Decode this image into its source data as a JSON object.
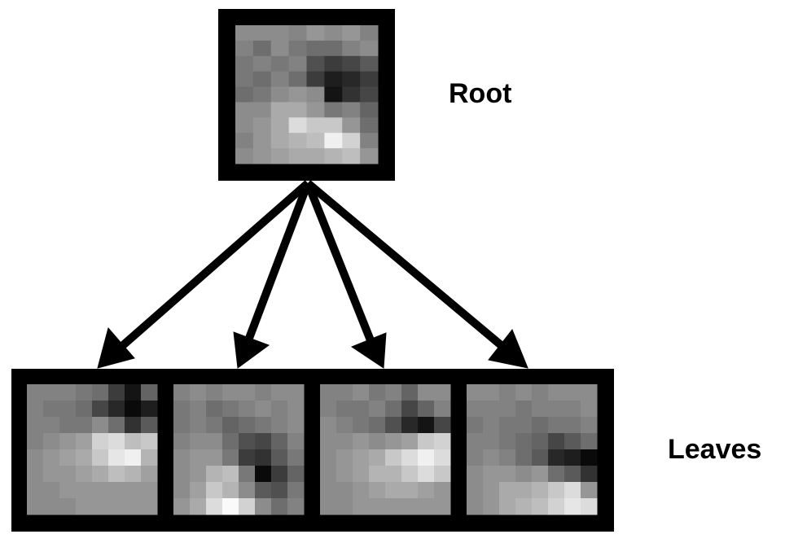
{
  "labels": {
    "root": "Root",
    "leaves": "Leaves"
  },
  "colors": {
    "frame": "#000000",
    "background": "#ffffff"
  },
  "patches": {
    "root": [
      [
        140,
        140,
        140,
        133,
        150,
        140,
        150,
        130
      ],
      [
        130,
        110,
        140,
        120,
        110,
        110,
        130,
        140
      ],
      [
        120,
        130,
        120,
        130,
        80,
        60,
        70,
        90
      ],
      [
        120,
        110,
        130,
        110,
        60,
        30,
        40,
        60
      ],
      [
        110,
        120,
        140,
        150,
        140,
        20,
        50,
        70
      ],
      [
        140,
        140,
        170,
        170,
        150,
        120,
        130,
        100
      ],
      [
        140,
        150,
        170,
        220,
        200,
        200,
        150,
        110
      ],
      [
        130,
        150,
        170,
        180,
        190,
        240,
        210,
        130
      ],
      [
        140,
        150,
        160,
        170,
        170,
        180,
        190,
        150
      ]
    ],
    "leaves": [
      [
        [
          130,
          130,
          130,
          120,
          110,
          60,
          20,
          100
        ],
        [
          130,
          120,
          120,
          110,
          70,
          40,
          10,
          30
        ],
        [
          130,
          130,
          120,
          120,
          140,
          110,
          50,
          90
        ],
        [
          130,
          140,
          150,
          160,
          210,
          220,
          190,
          200
        ],
        [
          140,
          150,
          160,
          170,
          200,
          230,
          240,
          180
        ],
        [
          140,
          150,
          150,
          160,
          170,
          190,
          180,
          160
        ],
        [
          140,
          140,
          150,
          150,
          150,
          150,
          150,
          150
        ],
        [
          140,
          140,
          140,
          150,
          150,
          150,
          150,
          150
        ]
      ],
      [
        [
          130,
          140,
          130,
          140,
          140,
          130,
          140,
          140
        ],
        [
          120,
          130,
          110,
          120,
          130,
          140,
          130,
          140
        ],
        [
          120,
          130,
          120,
          100,
          110,
          120,
          130,
          140
        ],
        [
          130,
          140,
          140,
          110,
          80,
          70,
          100,
          130
        ],
        [
          140,
          150,
          150,
          120,
          60,
          50,
          90,
          120
        ],
        [
          140,
          150,
          180,
          190,
          120,
          10,
          60,
          100
        ],
        [
          140,
          160,
          200,
          180,
          140,
          90,
          80,
          120
        ],
        [
          150,
          170,
          220,
          250,
          210,
          140,
          110,
          130
        ]
      ],
      [
        [
          130,
          130,
          140,
          120,
          130,
          100,
          140,
          140
        ],
        [
          130,
          120,
          120,
          130,
          110,
          70,
          100,
          130
        ],
        [
          140,
          130,
          120,
          110,
          80,
          40,
          20,
          70
        ],
        [
          140,
          140,
          150,
          140,
          150,
          160,
          200,
          210
        ],
        [
          140,
          150,
          160,
          170,
          200,
          220,
          240,
          220
        ],
        [
          140,
          150,
          160,
          180,
          180,
          200,
          220,
          200
        ],
        [
          140,
          140,
          150,
          160,
          170,
          170,
          160,
          150
        ],
        [
          140,
          140,
          150,
          150,
          150,
          150,
          150,
          150
        ]
      ],
      [
        [
          140,
          140,
          130,
          140,
          130,
          140,
          140,
          140
        ],
        [
          130,
          130,
          130,
          120,
          130,
          130,
          130,
          140
        ],
        [
          120,
          130,
          120,
          120,
          110,
          120,
          120,
          130
        ],
        [
          130,
          130,
          120,
          110,
          100,
          70,
          90,
          110
        ],
        [
          130,
          140,
          130,
          110,
          90,
          40,
          30,
          10
        ],
        [
          140,
          150,
          150,
          140,
          150,
          110,
          90,
          50
        ],
        [
          140,
          150,
          170,
          170,
          180,
          200,
          220,
          150
        ],
        [
          140,
          150,
          170,
          180,
          190,
          210,
          230,
          220
        ]
      ]
    ]
  }
}
